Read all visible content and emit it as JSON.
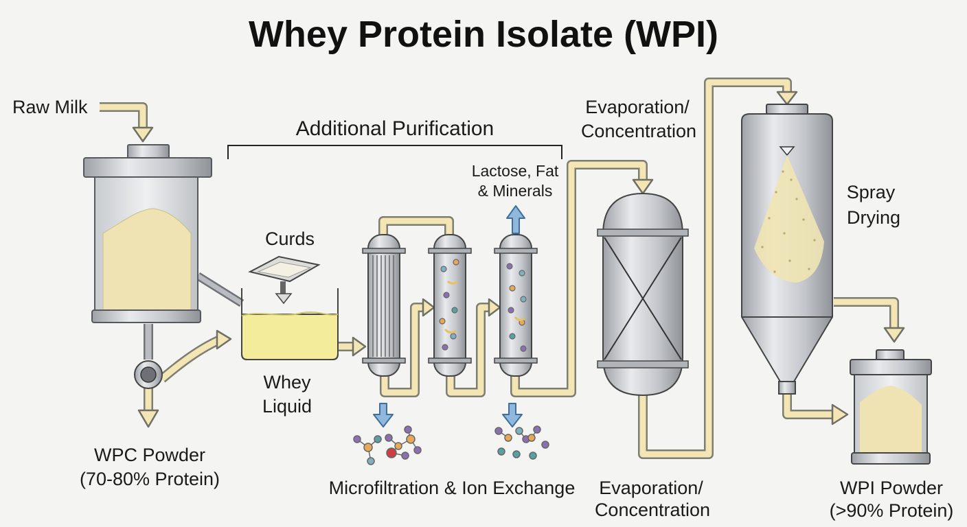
{
  "title": "Whey Protein Isolate (WPI)",
  "labels": {
    "raw_milk": "Raw Milk",
    "additional_purification": "Additional Purification",
    "curds": "Curds",
    "whey_liquid_1": "Whey",
    "whey_liquid_2": "Liquid",
    "wpc_powder_1": "WPC Powder",
    "wpc_powder_2": "(70-80% Protein)",
    "lactose_1": "Lactose, Fat",
    "lactose_2": "& Minerals",
    "microfiltration": "Microfiltration & Ion Exchange",
    "evap_top_1": "Evaporation/",
    "evap_top_2": "Concentration",
    "evap_bottom_1": "Evaporation/",
    "evap_bottom_2": "Concentration",
    "spray_1": "Spray",
    "spray_2": "Drying",
    "wpi_powder_1": "WPI Powder",
    "wpi_powder_2": "(>90% Protein)"
  },
  "colors": {
    "pipe": "#f3e6b4",
    "pipe_stroke": "#8a8a7a",
    "steel": "#c9ccd0",
    "liquid": "#f3ec9a",
    "powder": "#eadfb5",
    "blue_arrow": "#8fb8dc"
  }
}
